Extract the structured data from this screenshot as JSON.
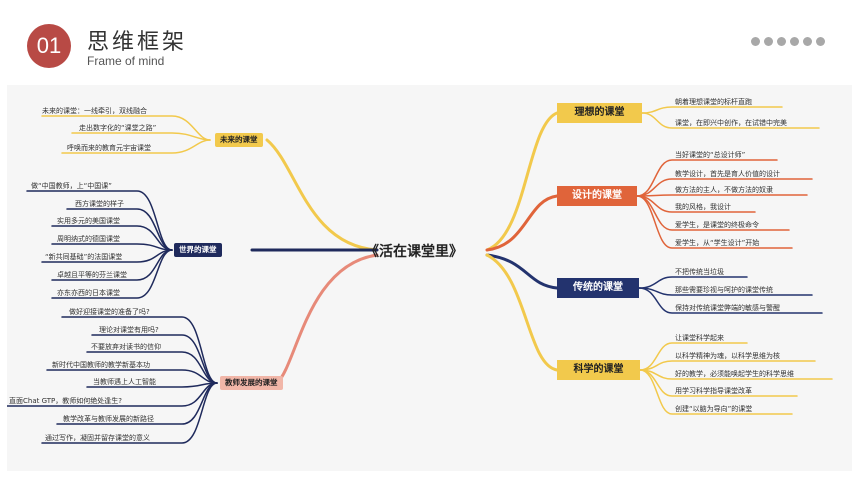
{
  "header": {
    "number": "01",
    "title": "思维框架",
    "subtitle": "Frame of mind"
  },
  "colors": {
    "accent": "#b84a45",
    "yellow": "#f2c94c",
    "navy": "#1f2a5c",
    "coral": "#e78a79",
    "orange": "#e0643a",
    "deep_navy": "#23336e"
  },
  "mindmap": {
    "center": "《活在课堂里》",
    "left_branches": [
      {
        "label": "未来的课堂",
        "items": [
          "未来的课堂：一线牵引，双线融合",
          "走出数字化的“课堂之路”",
          "呼唤而来的教育元宇宙课堂"
        ]
      },
      {
        "label": "世界的课堂",
        "items": [
          "做“中国教师，上“中国课”",
          "西方课堂的样子",
          "实用多元的美国课堂",
          "周明纳式的德国课堂",
          "“新共同基础”的法国课堂",
          "卓越且平等的芬兰课堂",
          "亦东亦西的日本课堂"
        ]
      },
      {
        "label": "教师发展的课堂",
        "items": [
          "做好迎接课堂的准备了吗?",
          "理论对课堂有用吗?",
          "不要放弃对读书的信仰",
          "新时代中国教师的教学新基本功",
          "当教师遇上人工智能",
          "直面Chat GTP，教师如何绝处逢生?",
          "教学改革与教师发展的新路径",
          "通过写作，凝固并留存课堂的意义"
        ]
      }
    ],
    "right_branches": [
      {
        "label": "理想的课堂",
        "items": [
          "朝着理想课堂的标杆直跑",
          "课堂，在即兴中创作，在试错中完美"
        ]
      },
      {
        "label": "设计的课堂",
        "items": [
          "当好课堂的“总设计师”",
          "教学设计，首先是育人价值的设计",
          "做方法的主人，不做方法的奴隶",
          "我的风格，我设计",
          "爱学生，是课堂的终极命令",
          "爱学生，从“学生设计”开始"
        ]
      },
      {
        "label": "传统的课堂",
        "items": [
          "不把传统当垃圾",
          "那些需要珍视与呵护的课堂传统",
          "保持对传统课堂弊端的敏感与警醒"
        ]
      },
      {
        "label": "科学的课堂",
        "items": [
          "让课堂科学起来",
          "以科学精神为魂，以科学思维为核",
          "好的教学，必须能唤起学生的科学思维",
          "用学习科学指导课堂改革",
          "创建“以脑为导向”的课堂"
        ]
      }
    ]
  }
}
